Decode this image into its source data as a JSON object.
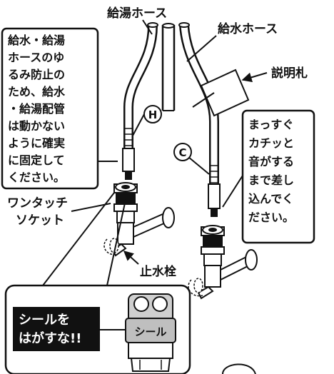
{
  "labels": {
    "hot_hose": "給湯ホース",
    "cold_hose": "給水ホース",
    "manual_tag": "説明札",
    "one_touch_socket_line1": "ワンタッチ",
    "one_touch_socket_line2": "ソケット",
    "stop_valve": "止水栓",
    "hot_marker": "H",
    "cold_marker": "C"
  },
  "left_note": {
    "lines": [
      "給水・給湯",
      "ホースのゆ",
      "るみ防止の",
      "ため、給水",
      "・給湯配管",
      "は動かない",
      "ように確実",
      "に固定して",
      "ください。"
    ]
  },
  "right_note": {
    "lines": [
      "まっすぐ",
      "カチッと",
      "音がする",
      "まで差し",
      "込んでく",
      "ださい。"
    ]
  },
  "seal_callout": {
    "warning_line1": "シールを",
    "warning_line2": "はがすな!!",
    "seal_label": "シール"
  },
  "colors": {
    "ink": "#111111",
    "warning_bg": "#111111",
    "warning_text": "#ffffff",
    "seal_bg": "#bfbfbf",
    "socket_gray": "#cfcfcf"
  }
}
